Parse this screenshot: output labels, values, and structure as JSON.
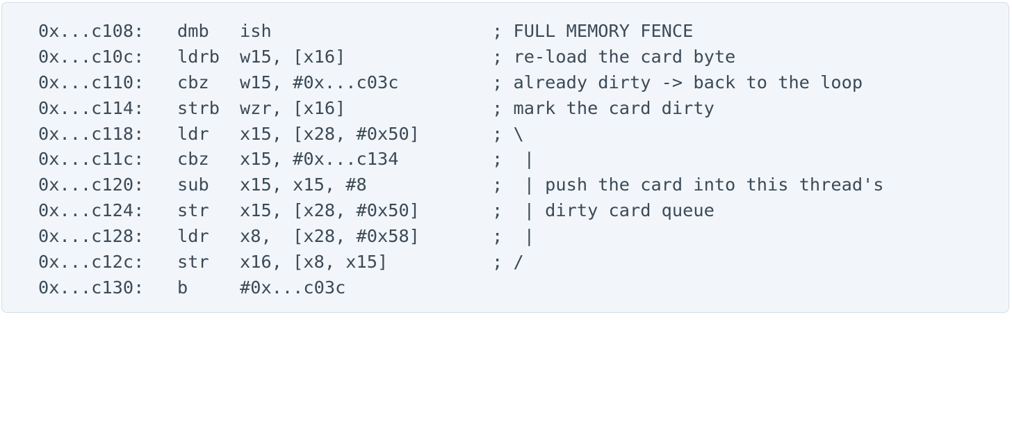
{
  "code": {
    "lines": [
      {
        "address": "0x...c108:",
        "mnemonic": "dmb",
        "operands": "ish",
        "comment": "; FULL MEMORY FENCE"
      },
      {
        "address": "0x...c10c:",
        "mnemonic": "ldrb",
        "operands": "w15, [x16]",
        "comment": "; re-load the card byte"
      },
      {
        "address": "0x...c110:",
        "mnemonic": "cbz",
        "operands": "w15, #0x...c03c",
        "comment": "; already dirty -> back to the loop"
      },
      {
        "address": "0x...c114:",
        "mnemonic": "strb",
        "operands": "wzr, [x16]",
        "comment": "; mark the card dirty"
      },
      {
        "address": "0x...c118:",
        "mnemonic": "ldr",
        "operands": "x15, [x28, #0x50]",
        "comment": "; \\"
      },
      {
        "address": "0x...c11c:",
        "mnemonic": "cbz",
        "operands": "x15, #0x...c134",
        "comment": ";  |"
      },
      {
        "address": "0x...c120:",
        "mnemonic": "sub",
        "operands": "x15, x15, #8",
        "comment": ";  | push the card into this thread's"
      },
      {
        "address": "0x...c124:",
        "mnemonic": "str",
        "operands": "x15, [x28, #0x50]",
        "comment": ";  | dirty card queue"
      },
      {
        "address": "0x...c128:",
        "mnemonic": "ldr",
        "operands": "x8,  [x28, #0x58]",
        "comment": ";  |"
      },
      {
        "address": "0x...c12c:",
        "mnemonic": "str",
        "operands": "x16, [x8, x15]",
        "comment": "; /"
      },
      {
        "address": "0x...c130:",
        "mnemonic": "b",
        "operands": "#0x...c03c",
        "comment": ""
      }
    ]
  },
  "colors": {
    "background": "#f2f6fa",
    "border": "#d3dde8",
    "text": "#3c4a57"
  }
}
